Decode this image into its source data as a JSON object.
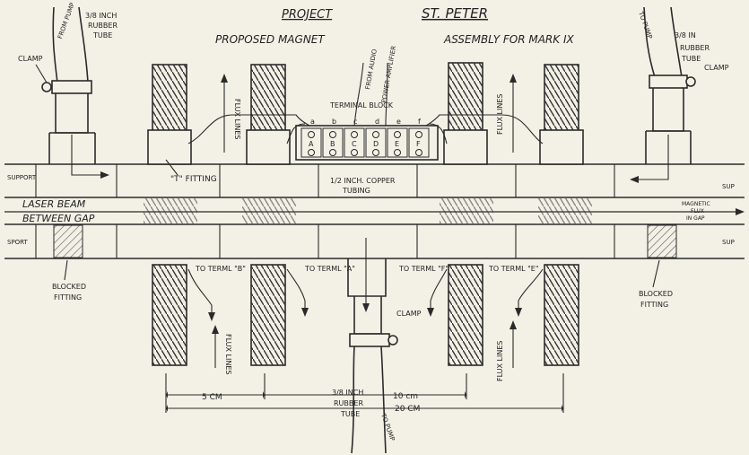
{
  "title": {
    "project": "PROJECT",
    "name": "ST. PETER",
    "proposed": "PROPOSED MAGNET",
    "assembly": "ASSEMBLY FOR MARK IX"
  },
  "labels": {
    "clamp_left": "CLAMP",
    "clamp_right": "CLAMP",
    "clamp_bottom": "CLAMP",
    "rubber_tube_left_size": "3/8 INCH",
    "rubber_tube_left_a": "RUBBER",
    "rubber_tube_left_b": "TUBE",
    "from_pump_left": "FROM PUMP",
    "rubber_tube_right_size": "3/8 IN",
    "rubber_tube_right_a": "RUBBER",
    "rubber_tube_right_b": "TUBE",
    "to_pump_right": "TO PUMP",
    "from_audio": "FROM AUDIO",
    "power_amplifier": "POWER AMPLIFIER",
    "terminal_block": "TERMINAL BLOCK",
    "t_fitting": "\"T\" FITTING",
    "copper_a": "1/2 INCH. COPPER",
    "copper_b": "TUBING",
    "laser_beam": "LASER BEAM",
    "between_gap": "BETWEEN GAP",
    "magnetic_flux": "MAGNETIC",
    "flux_in_gap": "FLUX",
    "in_gap": "IN GAP",
    "support_left_top": "SUPPORT",
    "support_left_bottom": "SPORT",
    "support_right_top": "SUP",
    "support_right_bottom": "SUP",
    "flux_lines": "FLUX LINES",
    "to_term_b": "TO TERML \"B\"",
    "to_term_a": "TO TERML \"A\"",
    "to_term_f": "TO TERML \"F\"",
    "to_term_e": "TO TERML \"E\"",
    "blocked_left_a": "BLOCKED",
    "blocked_left_b": "FITTING",
    "blocked_right_a": "BLOCKED",
    "blocked_right_b": "FITTING",
    "rubber_bottom_size": "3/8 INCH",
    "rubber_bottom_a": "RUBBER",
    "rubber_bottom_b": "TUBE",
    "to_pump_bottom": "TO PUMP",
    "dim_5cm": "5 CM",
    "dim_10cm": "10 cm",
    "dim_20cm": "20 CM"
  },
  "terminals": {
    "letters": [
      "a",
      "b",
      "c",
      "d",
      "e",
      "f"
    ],
    "caps": [
      "A",
      "B",
      "C",
      "D",
      "E",
      "F"
    ]
  }
}
